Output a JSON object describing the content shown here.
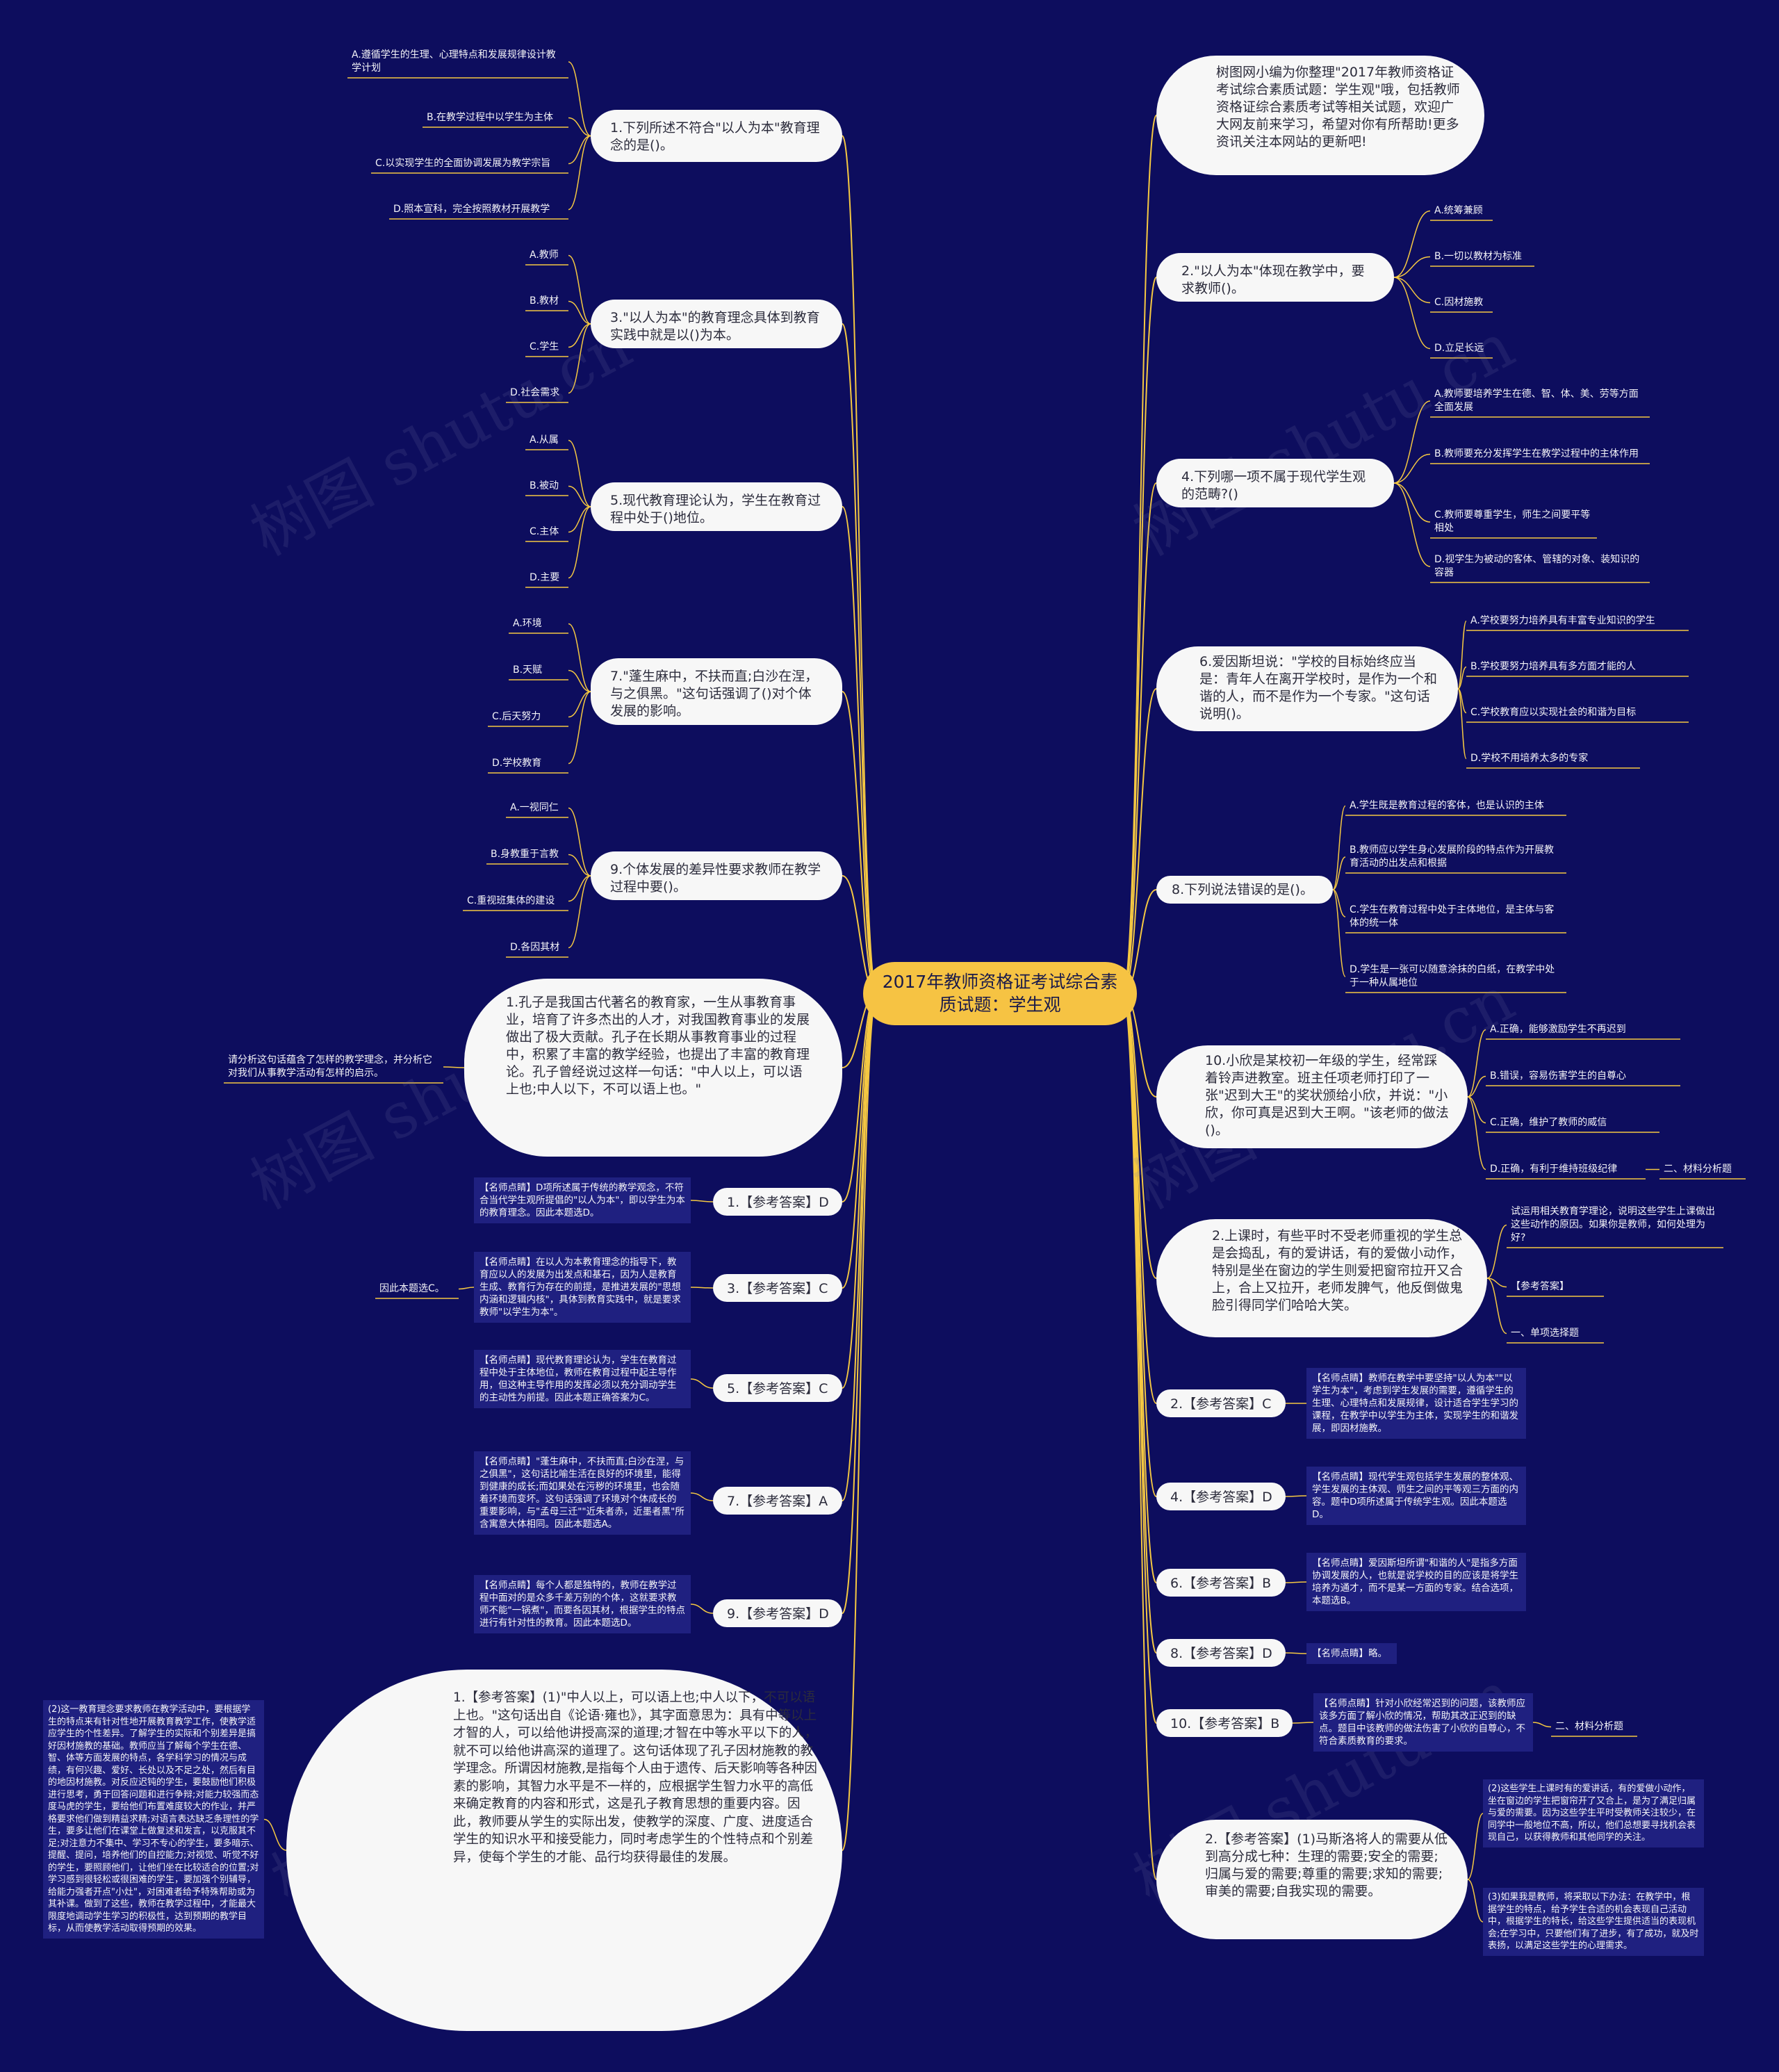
{
  "title": "2017年教师资格证考试综合素质试题：学生观",
  "watermark": "树图 shutu.cn",
  "colors": {
    "background": "#0d0d5e",
    "center": "#f6c343",
    "line": "#f5c842",
    "note_bg": "#1f2080"
  },
  "intro": "树图网小编为你整理\"2017年教师资格证考试综合素质试题：学生观\"哦，包括教师资格证综合素质考试等相关试题，欢迎广大网友前来学习，希望对你有所帮助!更多资讯关注本网站的更新吧!",
  "questions": {
    "q1": {
      "text": "1.下列所述不符合\"以人为本\"教育理念的是()。",
      "options": [
        "A.遵循学生的生理、心理特点和发展规律设计教学计划",
        "B.在教学过程中以学生为主体",
        "C.以实现学生的全面协调发展为教学宗旨",
        "D.照本宣科，完全按照教材开展教学"
      ]
    },
    "q3": {
      "text": "3.\"以人为本\"的教育理念具体到教育实践中就是以()为本。",
      "options": [
        "A.教师",
        "B.教材",
        "C.学生",
        "D.社会需求"
      ]
    },
    "q5": {
      "text": "5.现代教育理论认为，学生在教育过程中处于()地位。",
      "options": [
        "A.从属",
        "B.被动",
        "C.主体",
        "D.主要"
      ]
    },
    "q7": {
      "text": "7.\"蓬生麻中，不扶而直;白沙在涅，与之俱黑。\"这句话强调了()对个体发展的影响。",
      "options": [
        "A.环境",
        "B.天赋",
        "C.后天努力",
        "D.学校教育"
      ]
    },
    "q9": {
      "text": "9.个体发展的差异性要求教师在教学过程中要()。",
      "options": [
        "A.一视同仁",
        "B.身教重于言教",
        "C.重视班集体的建设",
        "D.各因其材"
      ]
    },
    "q2": {
      "text": "2.\"以人为本\"体现在教学中，要求教师()。",
      "options": [
        "A.统筹兼顾",
        "B.一切以教材为标准",
        "C.因材施教",
        "D.立足长远"
      ]
    },
    "q4": {
      "text": "4.下列哪一项不属于现代学生观的范畴?()",
      "options": [
        "A.教师要培养学生在德、智、体、美、劳等方面全面发展",
        "B.教师要充分发挥学生在教学过程中的主体作用",
        "C.教师要尊重学生，师生之间要平等相处",
        "D.视学生为被动的客体、管辖的对象、装知识的容器"
      ]
    },
    "q6": {
      "text": "6.爱因斯坦说：\"学校的目标始终应当是：青年人在离开学校时，是作为一个和谐的人，而不是作为一个专家。\"这句话说明()。",
      "options": [
        "A.学校要努力培养具有丰富专业知识的学生",
        "B.学校要努力培养具有多方面才能的人",
        "C.学校教育应以实现社会的和谐为目标",
        "D.学校不用培养太多的专家"
      ]
    },
    "q8": {
      "text": "8.下列说法错误的是()。",
      "options": [
        "A.学生既是教育过程的客体，也是认识的主体",
        "B.教师应以学生身心发展阶段的特点作为开展教育活动的出发点和根据",
        "C.学生在教育过程中处于主体地位，是主体与客体的统一体",
        "D.学生是一张可以随意涂抹的白纸，在教学中处于一种从属地位"
      ]
    },
    "q10": {
      "text": "10.小欣是某校初一年级的学生，经常踩着铃声进教室。班主任项老师打印了一张\"迟到大王\"的奖状颁给小欣，并说：\"小欣，你可真是迟到大王啊。\"该老师的做法()。",
      "options": [
        "A.正确，能够激励学生不再迟到",
        "B.错误，容易伤害学生的自尊心",
        "C.正确，维护了教师的威信",
        "D.正确，有利于维持班级纪律"
      ],
      "extra": "二、材料分析题"
    }
  },
  "essay1": {
    "text": "1.孔子是我国古代著名的教育家，一生从事教育事业，培育了许多杰出的人才，对我国教育事业的发展做出了极大贡献。孔子在长期从事教育事业的过程中，积累了丰富的教学经验，也提出了丰富的教育理论。孔子曾经说过这样一句话：\"中人以上，可以语上也;中人以下，不可以语上也。\"",
    "prompt": "请分析这句话蕴含了怎样的教学理念，并分析它对我们从事教学活动有怎样的启示。"
  },
  "essay2": {
    "text": "2.上课时，有些平时不受老师重视的学生总是会捣乱，有的爱讲话，有的爱做小动作，特别是坐在窗边的学生则爱把窗帘拉开又合上，合上又拉开，老师发脾气，他反倒做鬼脸引得同学们哈哈大笑。",
    "items": [
      "试运用相关教育学理论，说明这些学生上课做出这些动作的原因。如果你是教师，如何处理为好?",
      "【参考答案】",
      "一、单项选择题"
    ]
  },
  "answers_left": [
    {
      "key": "a1",
      "label": "1.【参考答案】D",
      "note": "【名师点睛】D项所述属于传统的教学观念，不符合当代学生观所提倡的\"以人为本\"，即以学生为本的教育理念。因此本题选D。"
    },
    {
      "key": "a3",
      "label": "3.【参考答案】C",
      "note": "【名师点睛】在以人为本教育理念的指导下，教育应以人的发展为出发点和基石，因为人是教育生成、教育行为存在的前提，是推进发展的\"思想内涵和逻辑内核\"，具体到教育实践中，就是要求教师\"以学生为本\"。",
      "extra": "因此本题选C。"
    },
    {
      "key": "a5",
      "label": "5.【参考答案】C",
      "note": "【名师点睛】现代教育理论认为，学生在教育过程中处于主体地位，教师在教育过程中起主导作用，但这种主导作用的发挥必须以充分调动学生的主动性为前提。因此本题正确答案为C。"
    },
    {
      "key": "a7",
      "label": "7.【参考答案】A",
      "note": "【名师点睛】\"蓬生麻中，不扶而直;白沙在涅，与之俱黑\"，这句话比喻生活在良好的环境里，能得到健康的成长;而如果处在污秽的环境里，也会随着环境而变坏。这句话强调了环境对个体成长的重要影响，与\"孟母三迁\"\"近朱者赤，近墨者黑\"所含寓意大体相同。因此本题选A。"
    },
    {
      "key": "a9",
      "label": "9.【参考答案】D",
      "note": "【名师点睛】每个人都是独特的，教师在教学过程中面对的是众多千差万别的个体，这就要求教师不能\"一锅煮\"，而要各因其材，根据学生的特点进行有针对性的教育。因此本题选D。"
    }
  ],
  "answers_right": [
    {
      "key": "b2",
      "label": "2.【参考答案】C",
      "note": "【名师点睛】教师在教学中要坚持\"以人为本\"\"以学生为本\"，考虑到学生发展的需要，遵循学生的生理、心理特点和发展规律，设计适合学生学习的课程，在教学中以学生为主体，实现学生的和谐发展，即因材施教。"
    },
    {
      "key": "b4",
      "label": "4.【参考答案】D",
      "note": "【名师点睛】现代学生观包括学生发展的整体观、学生发展的主体观、师生之间的平等观三方面的内容。题中D项所述属于传统学生观。因此本题选D。"
    },
    {
      "key": "b6",
      "label": "6.【参考答案】B",
      "note": "【名师点睛】爱因斯坦所谓\"和谐的人\"是指多方面协调发展的人，也就是说学校的目的应该是将学生培养为通才，而不是某一方面的专家。结合选项，本题选B。"
    },
    {
      "key": "b8",
      "label": "8.【参考答案】D",
      "note": "【名师点睛】略。"
    },
    {
      "key": "b10",
      "label": "10.【参考答案】B",
      "note": "【名师点睛】针对小欣经常迟到的问题，该教师应该多方面了解小欣的情况，帮助其改正迟到的缺点。题目中该教师的做法伤害了小欣的自尊心，不符合素质教育的要求。",
      "extra": "二、材料分析题"
    }
  ],
  "answer_essay1": {
    "text": "1.【参考答案】(1)\"中人以上，可以语上也;中人以下，不可以语上也。\"这句话出自《论语·雍也》，其字面意思为：具有中等以上才智的人，可以给他讲授高深的道理;才智在中等水平以下的人，就不可以给他讲高深的道理了。这句话体现了孔子因材施教的教学理念。所谓因材施教,是指每个人由于遗传、后天影响等各种因素的影响，其智力水平是不一样的，应根据学生智力水平的高低来确定教育的内容和形式，这是孔子教育思想的重要内容。因此，教师要从学生的实际出发，使教学的深度、广度、进度适合学生的知识水平和接受能力，同时考虑学生的个性特点和个别差异，使每个学生的才能、品行均获得最佳的发展。",
    "note": "(2)这一教育理念要求教师在教学活动中，要根据学生的特点来有针对性地开展教育教学工作，使教学适应学生的个性差异。了解学生的实际和个别差异是搞好因材施教的基础。教师应当了解每个学生在德、智、体等方面发展的特点，各学科学习的情况与成绩，有何兴趣、爱好、长处以及不足之处，然后有目的地因材施教。对反应迟钝的学生，要鼓励他们积极进行思考，勇于回答问题和进行争辩;对能力较强而态度马虎的学生，要给他们布置难度较大的作业，并严格要求他们做到精益求精;对语言表达缺乏条理性的学生，要多让他们在课堂上做复述和发言，以克服其不足;对注意力不集中、学习不专心的学生，要多暗示、提醒、提问，培养他们的自控能力;对视觉、听觉不好的学生，要照顾他们，让他们坐在比较适合的位置;对学习感到很轻松或很困难的学生，要加强个别辅导，给能力强者开点\"小灶\"，对困难者给予特殊帮助或为其补课。做到了这些，教师在教学过程中，才能最大限度地调动学生学习的积极性，达到预期的教学目标，从而使教学活动取得预期的效果。"
  },
  "answer_essay2": {
    "text": "2.【参考答案】(1)马斯洛将人的需要从低到高分成七种：生理的需要;安全的需要;归属与爱的需要;尊重的需要;求知的需要;审美的需要;自我实现的需要。",
    "notes": [
      "(2)这些学生上课时有的爱讲话，有的爱做小动作，坐在窗边的学生把窗帘开了又合上，是为了满足归属与爱的需要。因为这些学生平时受教师关注较少，在同学中一般地位不高，所以，他们总想要寻找机会表现自己，以获得教师和其他同学的关注。",
      "(3)如果我是教师，将采取以下办法：在教学中，根据学生的特点，给予学生合适的机会表现自己活动中，根据学生的特长，给这些学生提供适当的表现机会;在学习中，只要他们有了进步，有了成功，就及时表扬，以满足这些学生的心理需求。"
    ]
  }
}
